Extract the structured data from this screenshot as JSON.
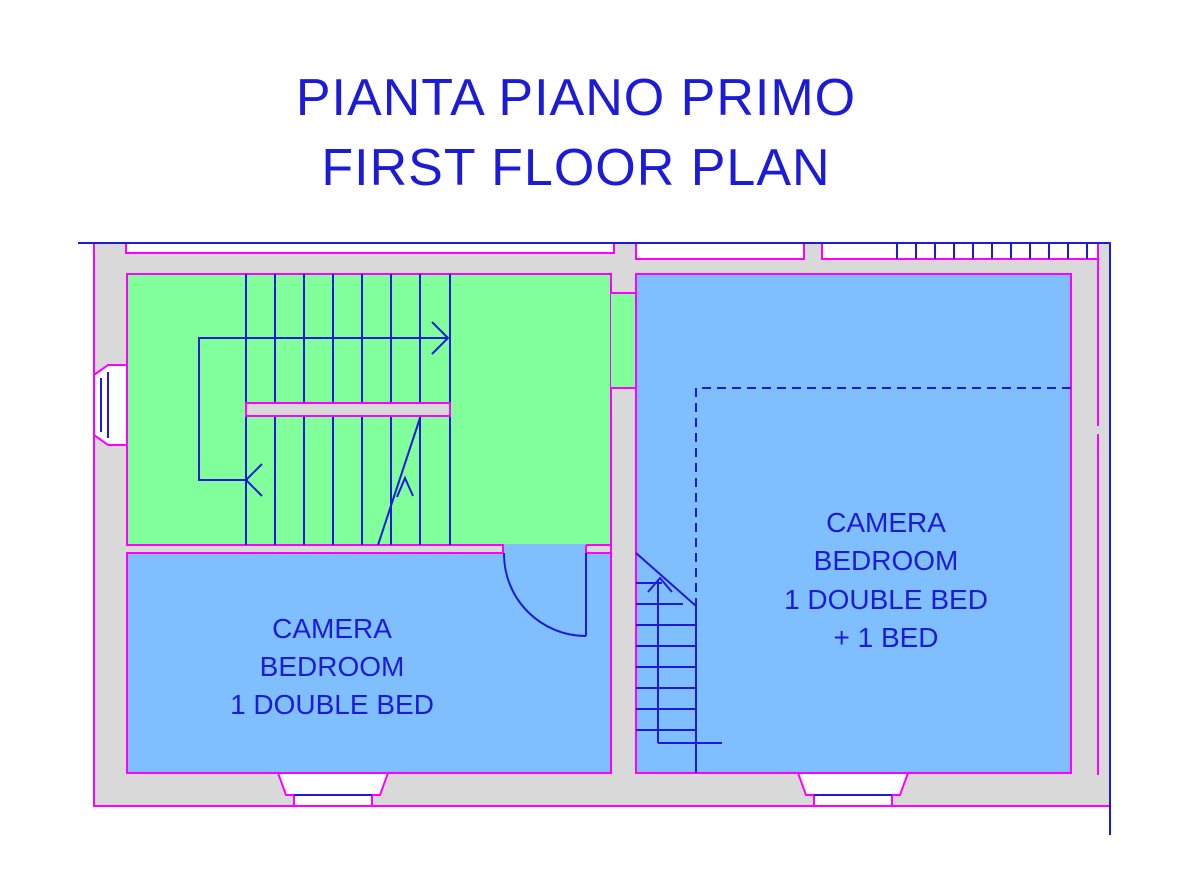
{
  "title": {
    "line1": "PIANTA PIANO PRIMO",
    "line2": "FIRST FLOOR PLAN"
  },
  "rooms": {
    "bedroom_left": {
      "line1": "CAMERA",
      "line2": "BEDROOM",
      "line3": "1 DOUBLE  BED"
    },
    "bedroom_right": {
      "line1": "CAMERA",
      "line2": "BEDROOM",
      "line3": "1 DOUBLE  BED",
      "line4": "+ 1 BED"
    }
  },
  "colors": {
    "wall_fill": "#d9d9d9",
    "wall_outline": "#ff00ff",
    "stair_hall": "#80ff9a",
    "bedroom": "#80bfff",
    "line": "#1c1cd6"
  }
}
